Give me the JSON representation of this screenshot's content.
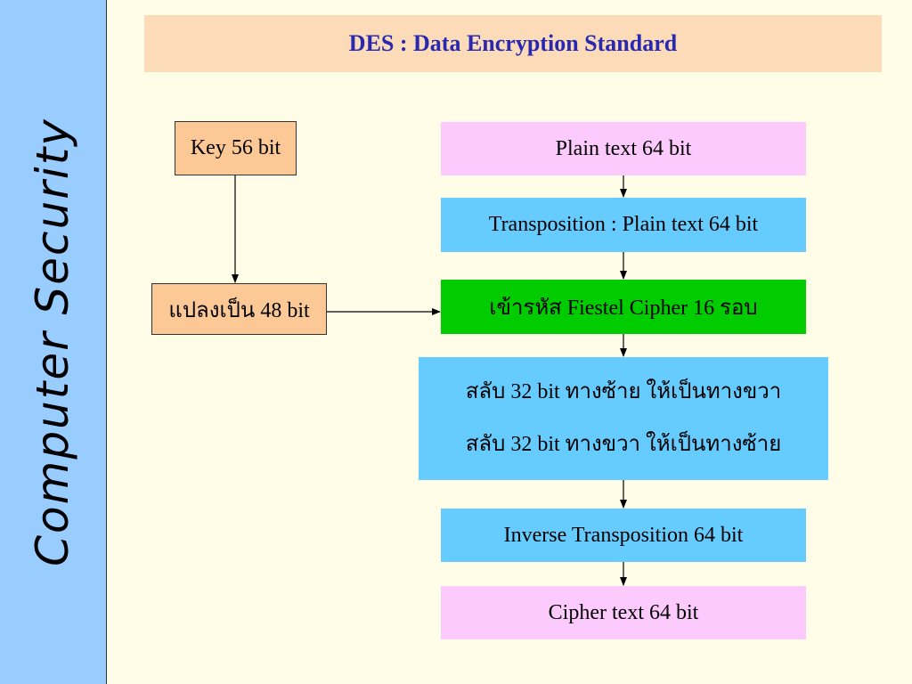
{
  "sidebar": {
    "title": "Computer Security"
  },
  "slide": {
    "title": "DES : Data Encryption Standard"
  },
  "diagram": {
    "key": "Key 56 bit",
    "convert": "แปลงเป็น 48 bit",
    "plain": "Plain text 64 bit",
    "transposition": "Transposition : Plain text 64 bit",
    "encrypt": "เข้ารหัส Fiestel Cipher 16 รอบ",
    "swap_line1": "สลับ 32 bit ทางซ้าย ให้เป็นทางขวา",
    "swap_line2": "สลับ 32 bit ทางขวา ให้เป็นทางซ้าย",
    "inverse": "Inverse Transposition 64 bit",
    "cipher": "Cipher text 64 bit"
  },
  "colors": {
    "sidebar": "#99ccff",
    "background": "#fffde8",
    "title_band": "#fcdcb8",
    "title_text": "#2828b0",
    "orange_box": "#fcc896",
    "pink_box": "#fccafc",
    "blue_box": "#66ccff",
    "green_box": "#00cc00"
  }
}
